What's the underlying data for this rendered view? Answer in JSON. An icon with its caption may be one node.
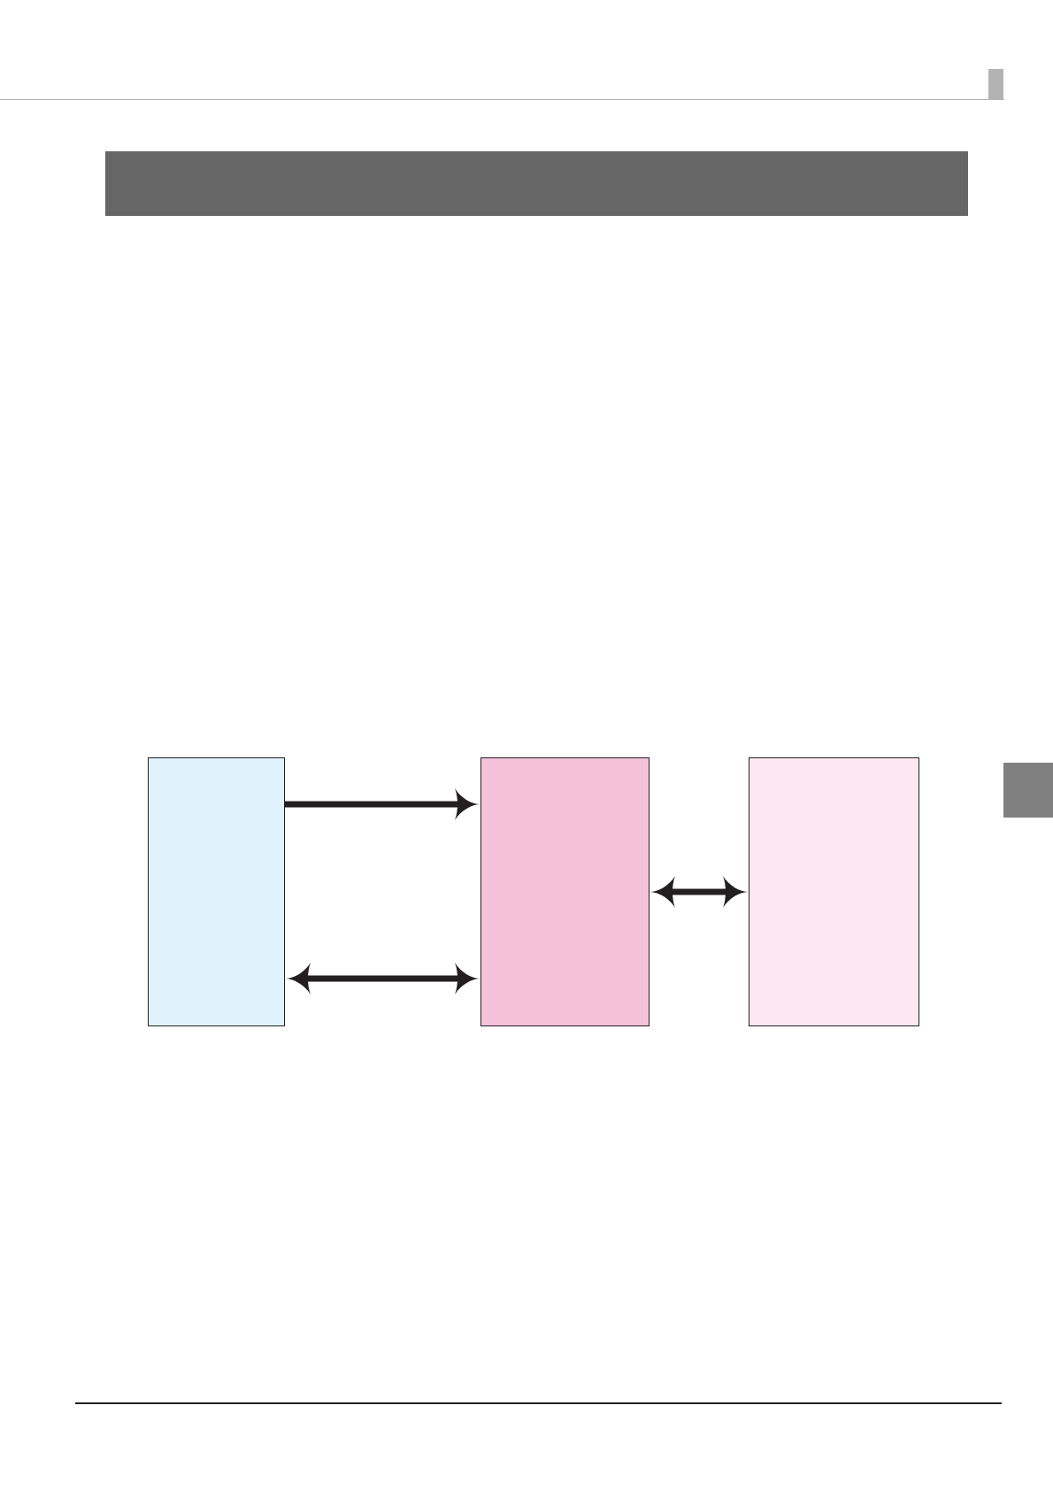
{
  "diagram": {
    "nodes": [
      {
        "text": [],
        "shape": "bar"
      },
      {
        "text": [],
        "shape": "box"
      },
      {
        "text": [],
        "shape": "box"
      },
      {
        "text": [],
        "shape": "box"
      }
    ],
    "edges": [
      {
        "from": 1,
        "to": 2,
        "arrow": "to"
      },
      {
        "from": 1,
        "to": 2,
        "arrow": "both"
      },
      {
        "from": 2,
        "to": 3,
        "arrow": "both"
      }
    ]
  }
}
